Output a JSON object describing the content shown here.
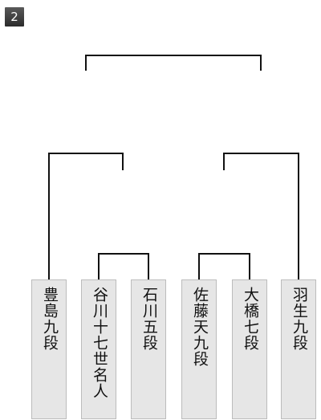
{
  "round_badge": "2",
  "players": [
    {
      "name": "豊島九段"
    },
    {
      "name": "谷川十七世名人"
    },
    {
      "name": "石川五段"
    },
    {
      "name": "佐藤天九段"
    },
    {
      "name": "大橋七段"
    },
    {
      "name": "羽生九段"
    }
  ]
}
